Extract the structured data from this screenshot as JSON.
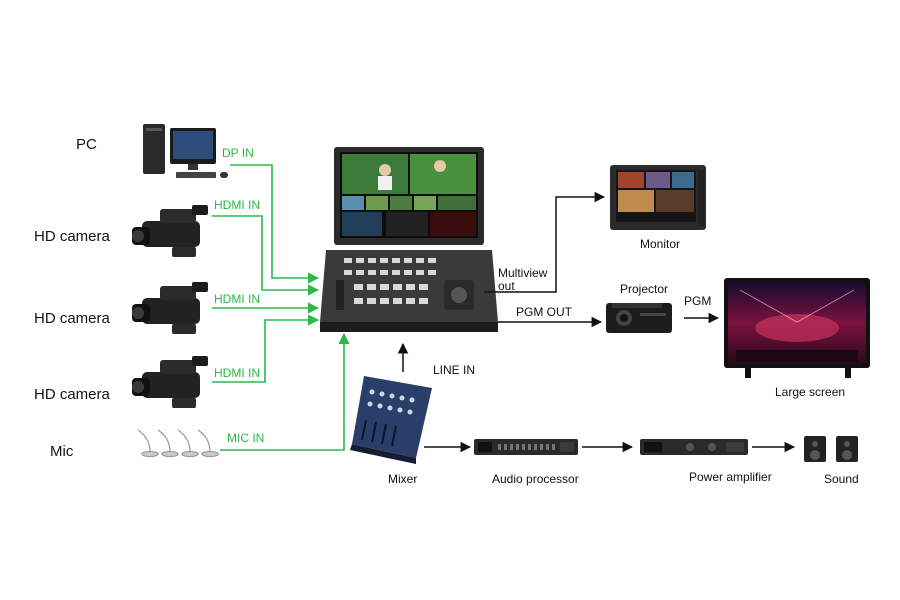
{
  "sources": {
    "pc": "PC",
    "hd_camera_1": "HD camera",
    "hd_camera_2": "HD camera",
    "hd_camera_3": "HD camera",
    "mic": "Mic"
  },
  "inputs": {
    "dp_in": "DP IN",
    "hdmi_in_1": "HDMI IN",
    "hdmi_in_2": "HDMI IN",
    "hdmi_in_3": "HDMI IN",
    "mic_in": "MIC IN",
    "line_in": "LINE IN"
  },
  "outputs": {
    "multiview_out_line1": "Multiview",
    "multiview_out_line2": "out",
    "pgm_out": "PGM OUT",
    "pgm": "PGM"
  },
  "devices": {
    "monitor": "Monitor",
    "projector": "Projector",
    "large_screen": "Large screen",
    "mixer": "Mixer",
    "audio_processor": "Audio processor",
    "power_amplifier": "Power amplifier",
    "sound": "Sound"
  },
  "colors": {
    "input_line": "#2db84a",
    "output_line": "#111111"
  }
}
